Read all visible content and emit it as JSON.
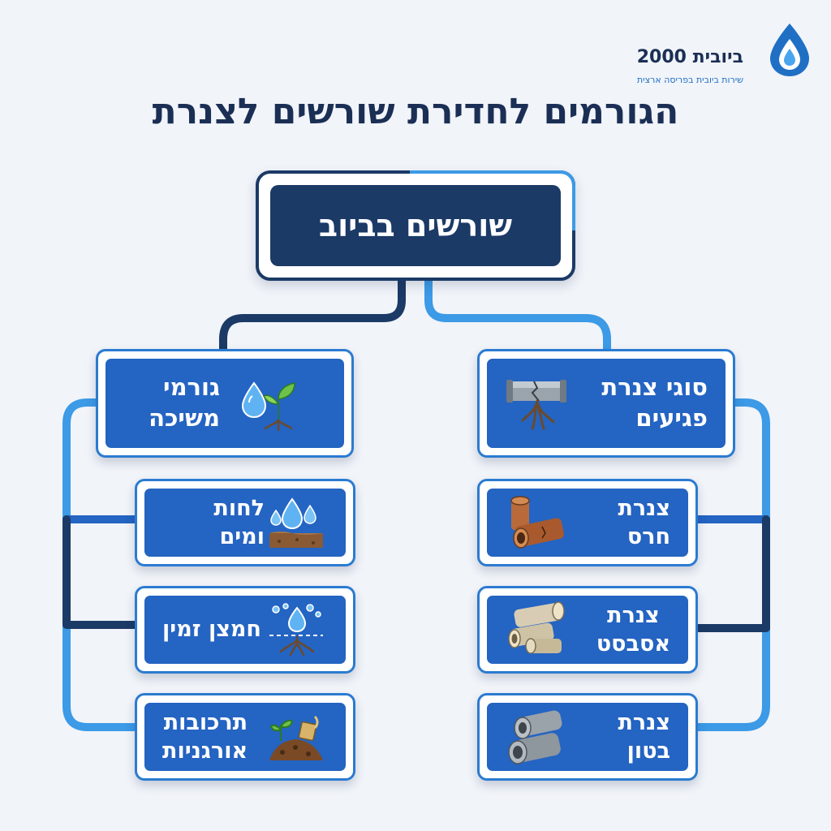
{
  "brand": {
    "name": "ביובית 2000",
    "tagline": "שירות ביובית בפריסה ארצית",
    "icon": "water-drop-icon",
    "colors": {
      "navy": "#1b3a66",
      "blue": "#2464c2",
      "light_blue": "#3c9ae6"
    }
  },
  "title": "הגורמים לחדירת שורשים לצנרת",
  "root": {
    "label": "שורשים בביוב"
  },
  "right_branch": {
    "header": {
      "label": "סוגי צנרת\nפגיעים",
      "icon": "broken-pipe-roots-icon"
    },
    "items": [
      {
        "label": "צנרת חרס",
        "icon": "clay-pipe-icon"
      },
      {
        "label": "צנרת\nאסבסט",
        "icon": "asbestos-pipe-icon"
      },
      {
        "label": "צנרת בטון",
        "icon": "concrete-pipe-icon"
      }
    ]
  },
  "left_branch": {
    "header": {
      "label": "גורמי\nמשיכה",
      "icon": "water-drop-sprout-icon"
    },
    "items": [
      {
        "label": "לחות ומים",
        "icon": "moisture-soil-icon"
      },
      {
        "label": "חמצן זמין",
        "icon": "oxygen-roots-icon"
      },
      {
        "label": "תרכובות\nאורגניות",
        "icon": "organic-compost-icon"
      }
    ]
  }
}
